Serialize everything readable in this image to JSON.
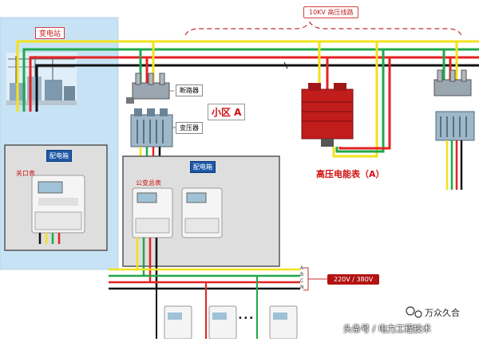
{
  "labels": {
    "substation": "变电站",
    "hv_line": "10KV 高压线路",
    "breaker": "断路器",
    "transformer": "变压器",
    "district": "小区 A",
    "hv_meter": "高压电能表（A）",
    "dist_box_left": "配电箱",
    "dist_box_right": "配电箱",
    "gate_meter": "关口表",
    "public_meter": "公变总表",
    "voltage": "220V / 380V",
    "phase_a": "A",
    "phase_b": "B",
    "phase_c": "C",
    "phase_n": "N",
    "ellipsis": "•••",
    "watermark_brand": "万众久合",
    "watermark_source": "头条号 / 电力工程技术"
  },
  "colors": {
    "phase_yellow": "#f2e21b",
    "phase_green": "#21a84a",
    "phase_red": "#e52222",
    "neutral_black": "#111111",
    "panel_blue": "#c8e2f5",
    "box_gray": "#dedede",
    "label_red": "#d01010",
    "meter_red": "#c21d1d"
  }
}
